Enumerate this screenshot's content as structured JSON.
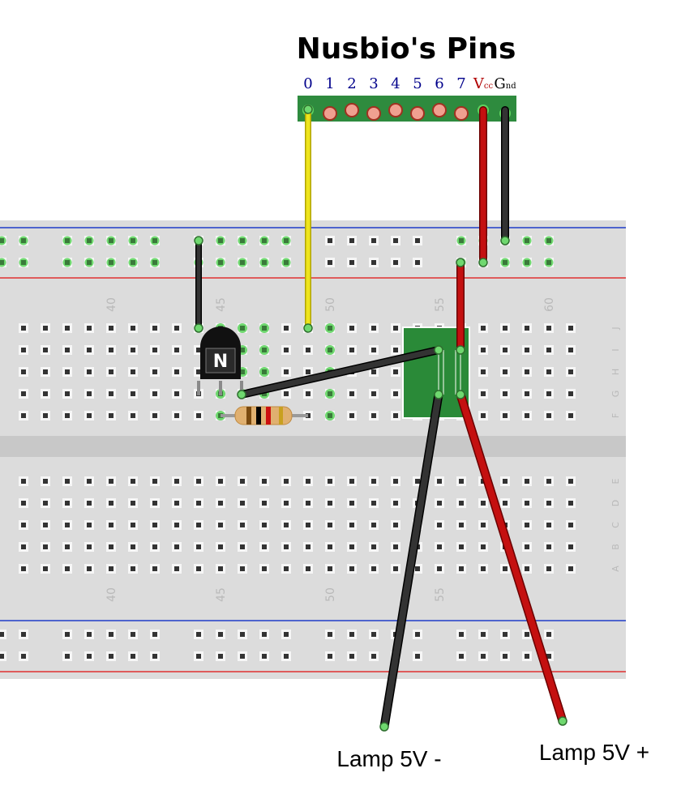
{
  "title": "Nusbio's Pins",
  "header_pins": [
    {
      "label": "0",
      "color": "#00008b"
    },
    {
      "label": "1",
      "color": "#00008b"
    },
    {
      "label": "2",
      "color": "#00008b"
    },
    {
      "label": "3",
      "color": "#00008b"
    },
    {
      "label": "4",
      "color": "#00008b"
    },
    {
      "label": "5",
      "color": "#00008b"
    },
    {
      "label": "6",
      "color": "#00008b"
    },
    {
      "label": "7",
      "color": "#00008b"
    },
    {
      "label": "Vcc",
      "main": "V",
      "sub": "cc",
      "color": "#b00000"
    },
    {
      "label": "Gnd",
      "main": "G",
      "sub": "nd",
      "color": "#000000"
    }
  ],
  "column_numbers_top": [
    "40",
    "45",
    "50",
    "55",
    "60"
  ],
  "column_numbers_bottom": [
    "40",
    "45",
    "50",
    "55"
  ],
  "row_letters_top": [
    "J",
    "I",
    "H",
    "G",
    "F"
  ],
  "row_letters_bottom": [
    "E",
    "D",
    "C",
    "B",
    "A"
  ],
  "transistor": {
    "label": "N"
  },
  "captions": {
    "lamp_minus": "Lamp 5V -",
    "lamp_plus": "Lamp 5V +"
  },
  "colors": {
    "header_green": "#2e8b3e",
    "board": "#dcdcdc",
    "rail_blue": "#1e3cc8",
    "rail_red": "#e03030",
    "wire_yellow": "#e8e020",
    "wire_red": "#c41010",
    "wire_black": "#2b2b2b",
    "module_green": "#2a8a38"
  }
}
